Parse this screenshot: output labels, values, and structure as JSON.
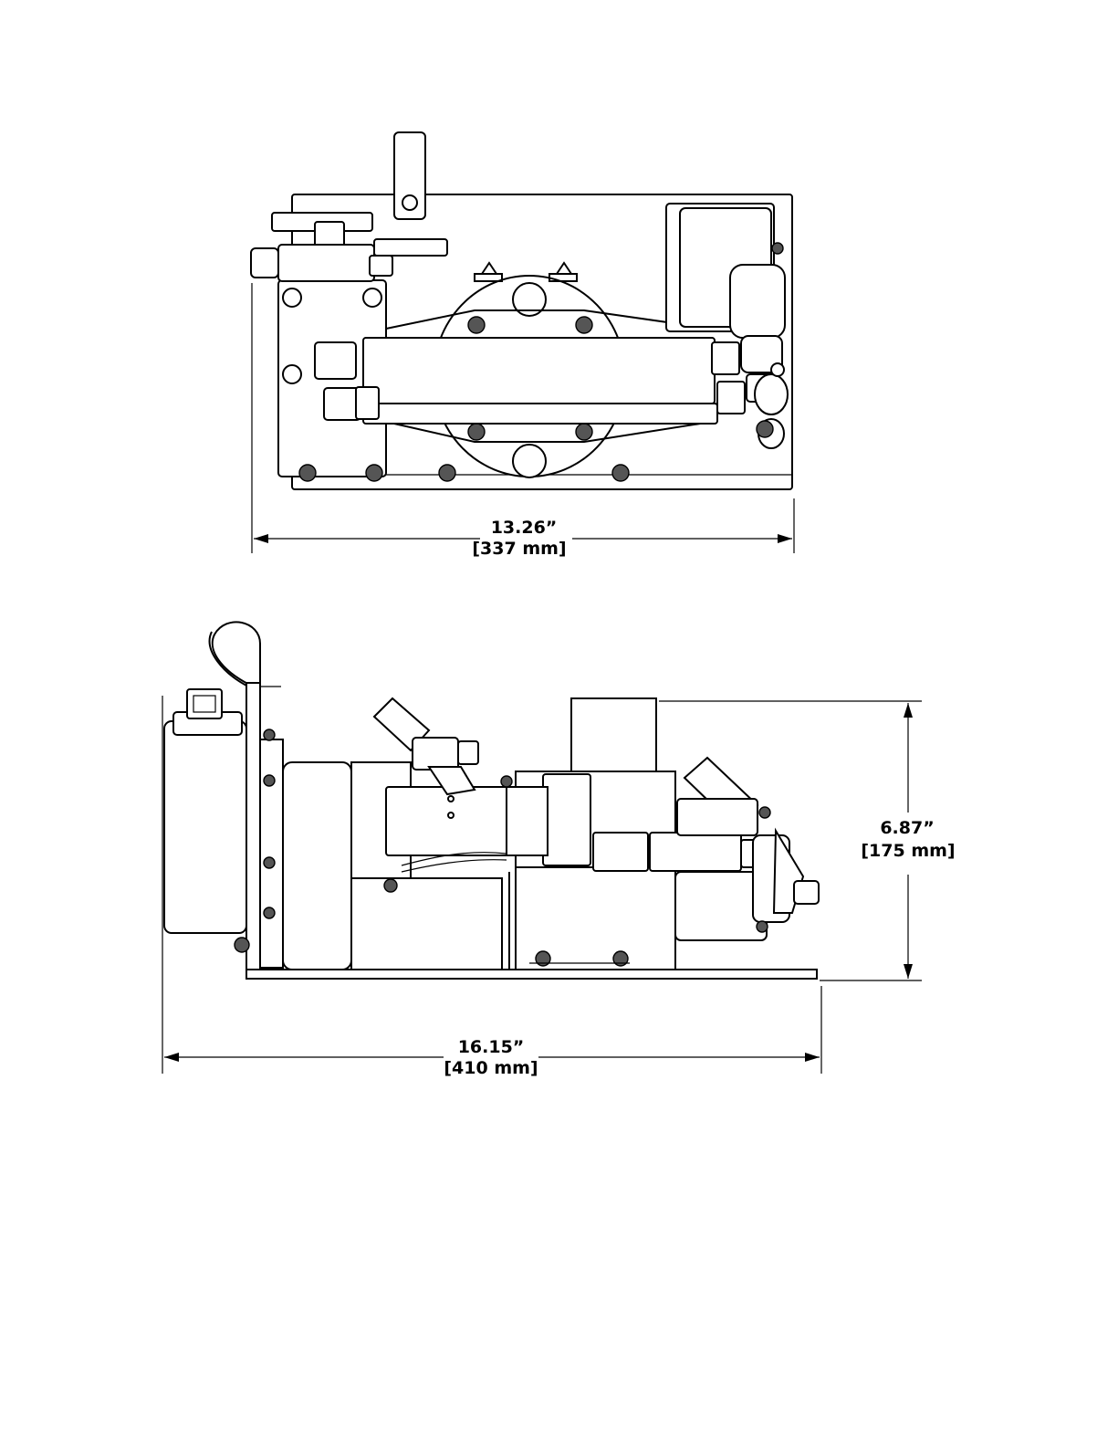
{
  "top_view": {
    "width_in": "13.26”",
    "width_mm": "[337 mm]"
  },
  "side_view": {
    "height_in": "6.87”",
    "height_mm": "[175 mm]",
    "length_in": "16.15”",
    "length_mm": "[410 mm]"
  }
}
